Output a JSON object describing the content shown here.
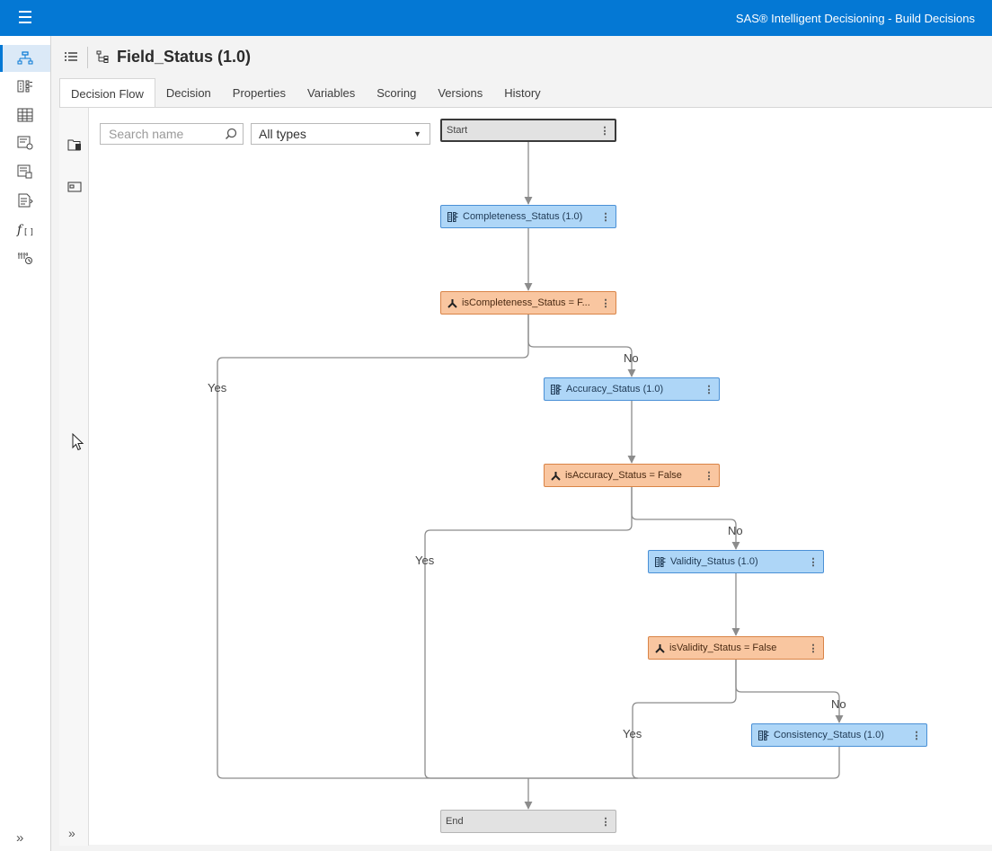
{
  "topbar": {
    "app_title": "SAS® Intelligent Decisioning - Build Decisions",
    "accent": "#0478d4"
  },
  "header": {
    "title": "Field_Status (1.0)"
  },
  "tabs": [
    {
      "label": "Decision Flow",
      "active": true
    },
    {
      "label": "Decision"
    },
    {
      "label": "Properties"
    },
    {
      "label": "Variables"
    },
    {
      "label": "Scoring"
    },
    {
      "label": "Versions"
    },
    {
      "label": "History"
    }
  ],
  "left_rail": {
    "icons": [
      "decision-flows-icon",
      "rule-sets-icon",
      "lookup-tables-icon",
      "models-icon",
      "code-files-icon",
      "treatments-icon",
      "functions-icon",
      "global-variables-icon"
    ],
    "expand_glyph": "»"
  },
  "toolbar": {
    "search_placeholder": "Search name",
    "type_filter": "All types"
  },
  "side_panel": {
    "expand_glyph": "»"
  },
  "flow": {
    "start": {
      "label": "Start"
    },
    "end": {
      "label": "End"
    },
    "nodes": [
      {
        "label": "Completeness_Status (1.0)",
        "kind": "rule-set"
      },
      {
        "label": "isCompleteness_Status = F...",
        "kind": "condition"
      },
      {
        "label": "Accuracy_Status (1.0)",
        "kind": "rule-set"
      },
      {
        "label": "isAccuracy_Status = False",
        "kind": "condition"
      },
      {
        "label": "Validity_Status (1.0)",
        "kind": "rule-set"
      },
      {
        "label": "isValidity_Status = False",
        "kind": "condition"
      },
      {
        "label": "Consistency_Status (1.0)",
        "kind": "rule-set"
      }
    ],
    "menu_glyph": "⋮",
    "yes_label": "Yes",
    "no_label": "No",
    "colors": {
      "rule_fill": "#aed6f7",
      "condition_fill": "#f9c6a0",
      "edge": "#8c8c8c"
    }
  }
}
